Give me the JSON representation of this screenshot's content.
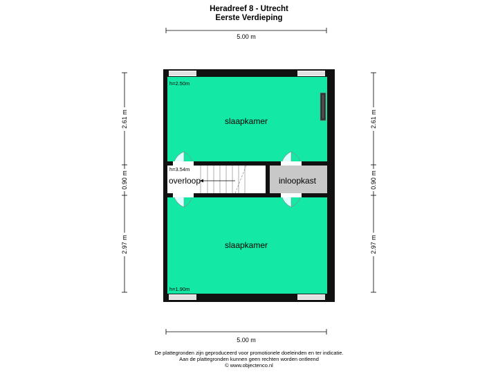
{
  "header": {
    "address": "Heradreef 8 - Utrecht",
    "floor": "Eerste Verdieping"
  },
  "dimensions": {
    "top_width": "5.00 m",
    "bottom_width": "5.00 m",
    "left_top": "2.61 m",
    "left_middle": "0.90 m",
    "left_bottom": "2.97 m",
    "right_top": "2.61 m",
    "right_middle": "0.90 m",
    "right_bottom": "2.97 m"
  },
  "rooms": {
    "top_room": "slaapkamer",
    "landing": "overloop",
    "closet": "inloopkast",
    "bottom_room": "slaapkamer"
  },
  "heights": {
    "top_room": "h=2.50m",
    "landing": "h=3.54m",
    "bottom_room": "h=1.90m"
  },
  "colors": {
    "room_fill": "#13e8a4",
    "closet_fill": "#c8c8c8",
    "wall": "#111111"
  },
  "footer": {
    "line1": "De plattegronden zijn geproduceerd voor promotionele doeleinden en ter indicatie.",
    "line2": "Aan de plattegronden kunnen geen rechten worden ontleend",
    "line3": "© www.objectenco.nl"
  }
}
